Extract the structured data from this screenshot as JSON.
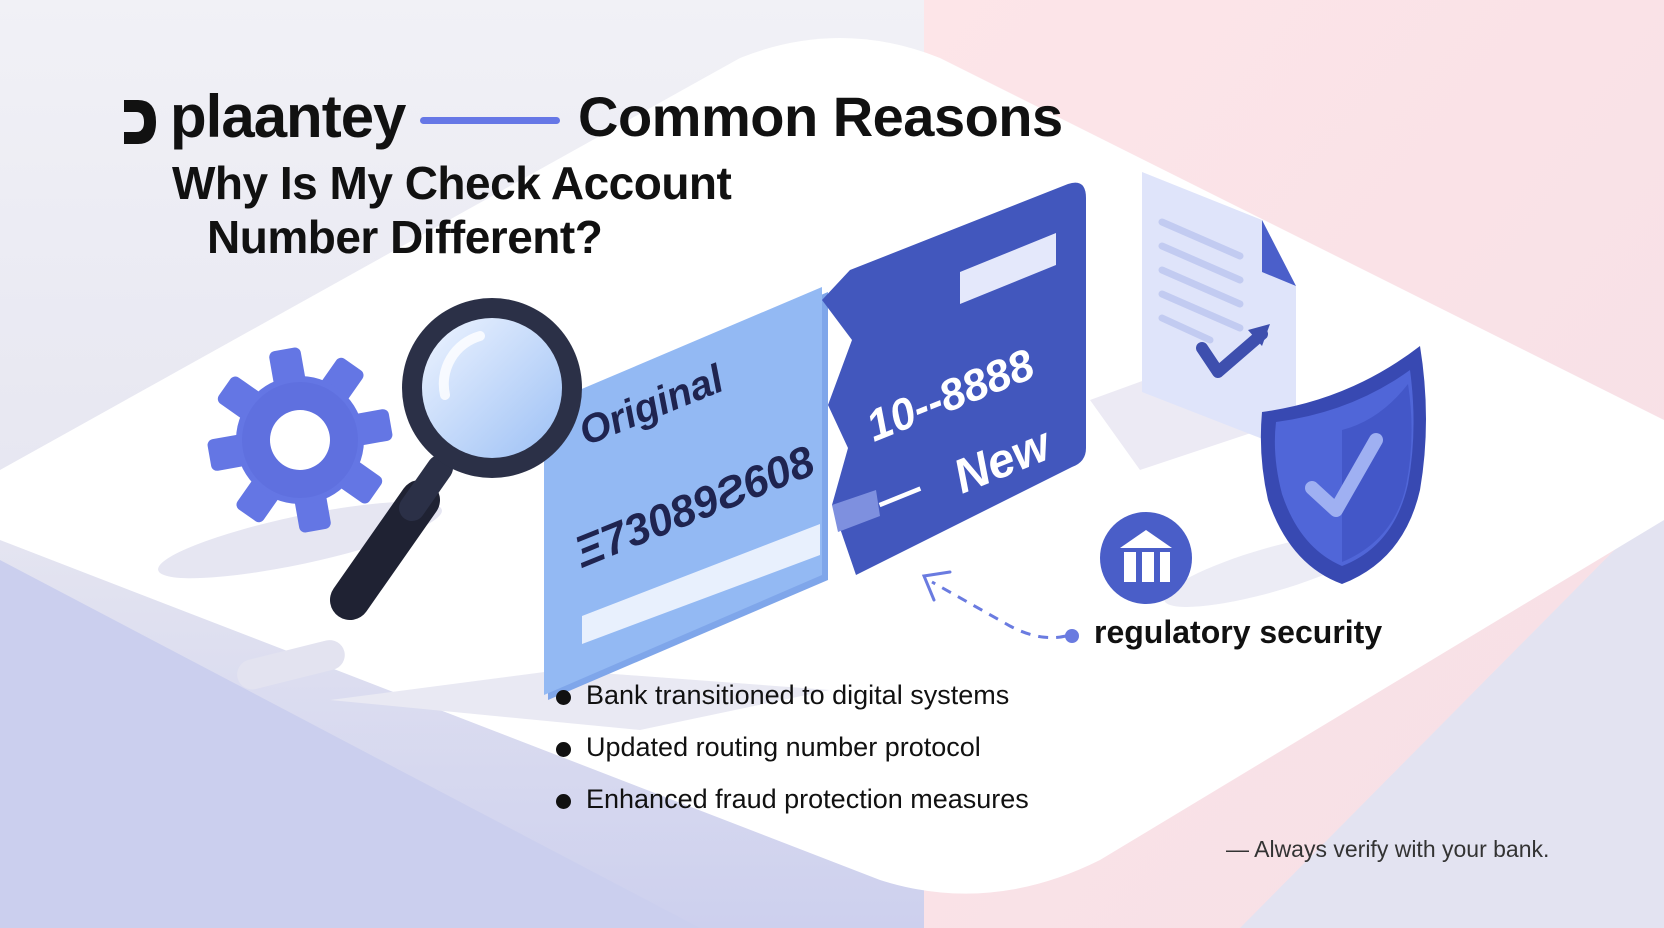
{
  "brand": {
    "name": "plaantey",
    "accent_color": "#6677e6",
    "logo_icon": "d-logo-icon"
  },
  "header": {
    "title": "Common Reasons",
    "subtitle_line1": "Why Is My Check Account",
    "subtitle_line2": "Number Different?"
  },
  "illustration": {
    "original_label": "Original",
    "original_number": "Ξ73089Ƨ608",
    "new_number": "10--8888",
    "new_label": "New",
    "new_dash": "—",
    "icons": [
      "gear-icon",
      "magnifier-icon",
      "document-icon",
      "shield-check-icon",
      "bank-icon",
      "arrow-icon"
    ],
    "colors": {
      "light_check": "#93b9f3",
      "dark_check": "#4257bd",
      "shield": "#4a5ec8",
      "gear": "#6476e4"
    }
  },
  "callout": {
    "label": "regulatory security"
  },
  "reasons": [
    "Bank transitioned to digital systems",
    "Updated routing number protocol",
    "Enhanced fraud protection measures"
  ],
  "footnote": "— Always verify with your bank."
}
